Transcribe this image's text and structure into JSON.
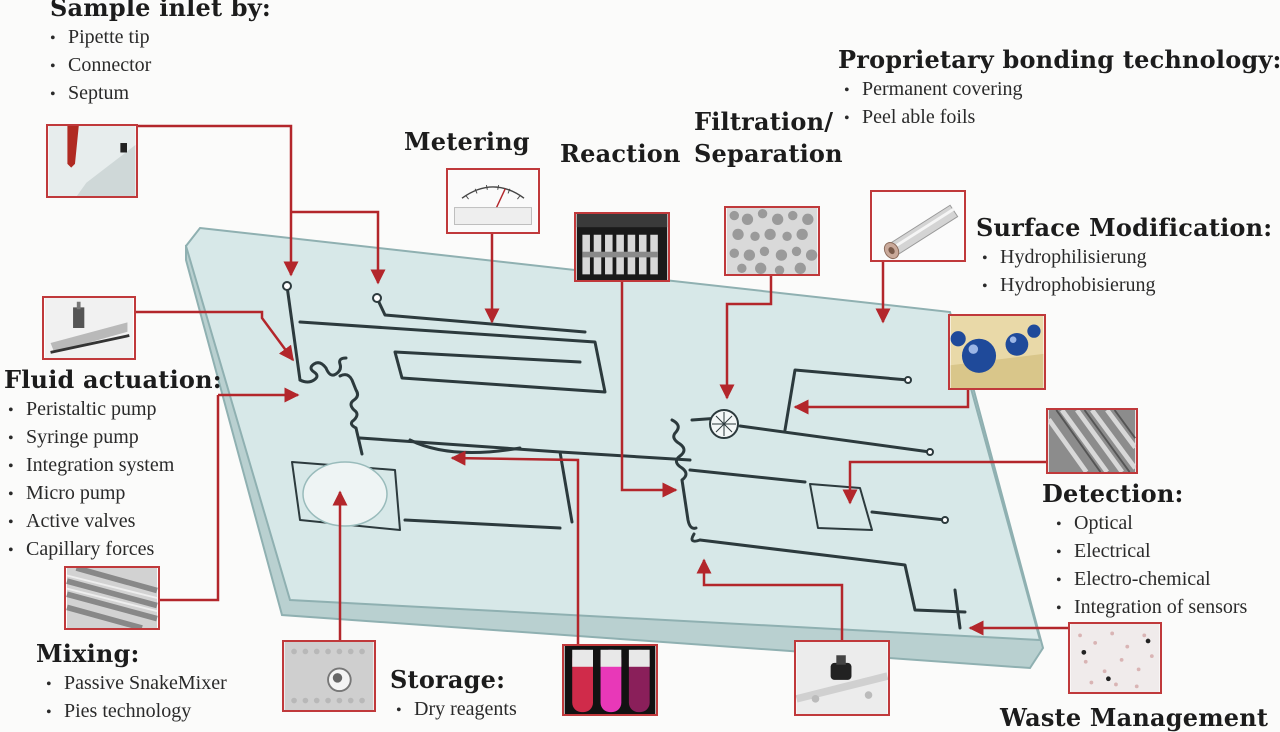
{
  "sections": {
    "sample_inlet": {
      "title": "Sample inlet by:",
      "items": [
        "Pipette tip",
        "Connector",
        "Septum"
      ]
    },
    "bonding": {
      "title": "Proprietary bonding technology:",
      "items": [
        "Permanent covering",
        "Peel able foils"
      ]
    },
    "metering": {
      "title": "Metering"
    },
    "reaction": {
      "title": "Reaction"
    },
    "filtration": {
      "title_line1": "Filtration/",
      "title_line2": "Separation"
    },
    "surface": {
      "title": "Surface Modification:",
      "items": [
        "Hydrophilisierung",
        "Hydrophobisierung"
      ]
    },
    "fluid": {
      "title": "Fluid actuation:",
      "items": [
        "Peristaltic pump",
        "Syringe pump",
        "Integration system",
        "Micro pump",
        "Active valves",
        "Capillary forces"
      ]
    },
    "detection": {
      "title": "Detection:",
      "items": [
        "Optical",
        "Electrical",
        "Electro-chemical",
        "Integration of sensors"
      ]
    },
    "mixing": {
      "title": "Mixing:",
      "items": [
        "Passive SnakeMixer",
        "Pies technology"
      ]
    },
    "storage": {
      "title": "Storage:",
      "items": [
        "Dry reagents"
      ]
    },
    "waste": {
      "title": "Waste Management"
    }
  },
  "icons": [
    "pipette-tip-icon",
    "actuation-pump-icon",
    "mixer-texture-icon",
    "storage-blister-icon",
    "meter-gauge-icon",
    "reaction-strip-icon",
    "filter-membrane-icon",
    "tube-icon",
    "droplets-icon",
    "electrode-icon",
    "test-tubes-icon",
    "valve-icon",
    "waste-pad-icon"
  ],
  "colors": {
    "connector": "#b3262b",
    "chip_fill": "#d7e8e8",
    "chip_edge": "#8fb0b1",
    "channel": "#2c3a3d"
  }
}
